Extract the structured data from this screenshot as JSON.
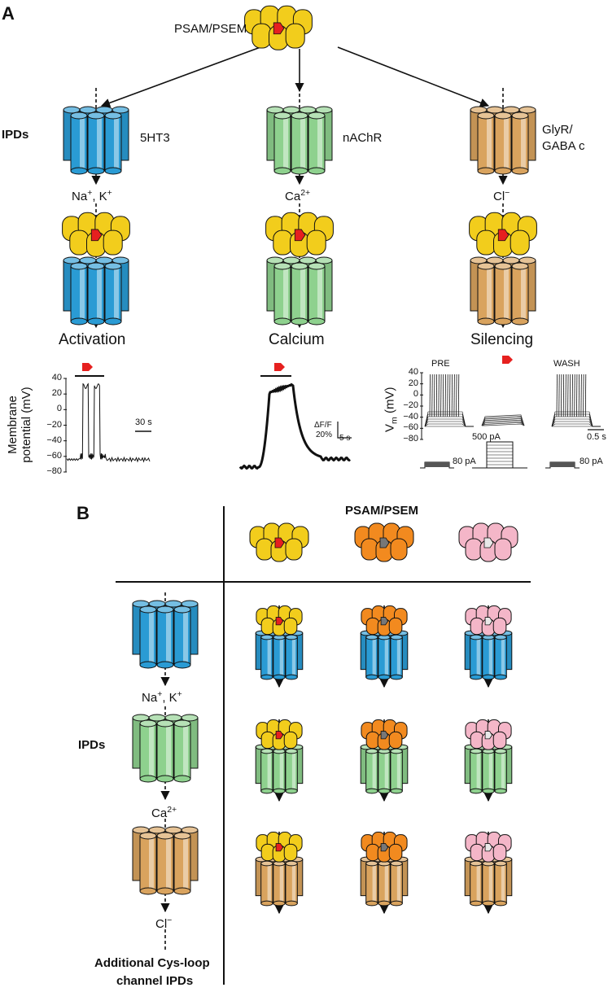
{
  "panel_a": {
    "letter": "A",
    "actuator_label": "PSAM/PSEM",
    "ipds_label": "IPDs",
    "channels": [
      {
        "name": "5HT3",
        "ions": "Na+, K+",
        "outcome": "Activation",
        "color": "#2a9bd4"
      },
      {
        "name": "nAChR",
        "ions": "Ca2+",
        "outcome": "Calcium",
        "color": "#8ed18e"
      },
      {
        "name": "GlyR/\nGABA c",
        "ions": "Cl−",
        "outcome": "Silencing",
        "color": "#d9a35e"
      }
    ],
    "activation_trace": {
      "ylabel_1": "Membrane",
      "ylabel_2": "potential (mV)",
      "ticks": [
        "40",
        "20",
        "0",
        "−20",
        "−40",
        "−60",
        "−80"
      ],
      "scale": "30 s"
    },
    "calcium_trace": {
      "scale_y_1": "ΔF/F",
      "scale_y_2": "20%",
      "scale_x": "5 s"
    },
    "silencing_trace": {
      "ylabel": "Vm (mV)",
      "ticks": [
        "40",
        "20",
        "0",
        "−20",
        "−40",
        "−60",
        "−80"
      ],
      "pre": "PRE",
      "wash": "WASH",
      "current_mid": "500 pA",
      "current_left": "80 pA",
      "current_right": "80 pA",
      "scale": "0.5 s"
    }
  },
  "panel_b": {
    "letter": "B",
    "header": "PSAM/PSEM",
    "ipds_label": "IPDs",
    "ions": [
      "Na+, K+",
      "Ca2+",
      "Cl−"
    ],
    "footer_1": "Additional Cys-loop",
    "footer_2": "channel IPDs",
    "psam_colors": [
      "#f2cd1c",
      "#f28a1f",
      "#f4b6c8"
    ],
    "ligand_colors": [
      "#e6201f",
      "#777777",
      "#e8e8e8"
    ]
  }
}
